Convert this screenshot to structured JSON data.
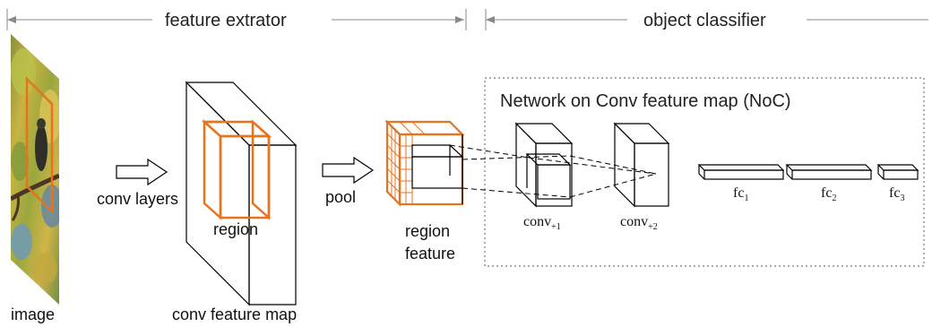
{
  "header": {
    "feature_extractor": "feature extrator",
    "object_classifier": "object classifier"
  },
  "labels": {
    "image": "image",
    "conv_layers": "conv layers",
    "conv_feature_map": "conv feature map",
    "region": "region",
    "pool": "pool",
    "region_feature_line1": "region",
    "region_feature_line2": "feature",
    "noc_title": "Network on Conv feature map (NoC)",
    "conv_plus1_base": "conv",
    "conv_plus1_sub": "+1",
    "conv_plus2_base": "conv",
    "conv_plus2_sub": "+2",
    "fc1_base": "fc",
    "fc1_sub": "1",
    "fc2_base": "fc",
    "fc2_sub": "2",
    "fc3_base": "fc",
    "fc3_sub": "3"
  },
  "colors": {
    "accent": "#E8731C",
    "line": "#000000",
    "header_line": "#888888",
    "dotted_box": "#777777"
  }
}
